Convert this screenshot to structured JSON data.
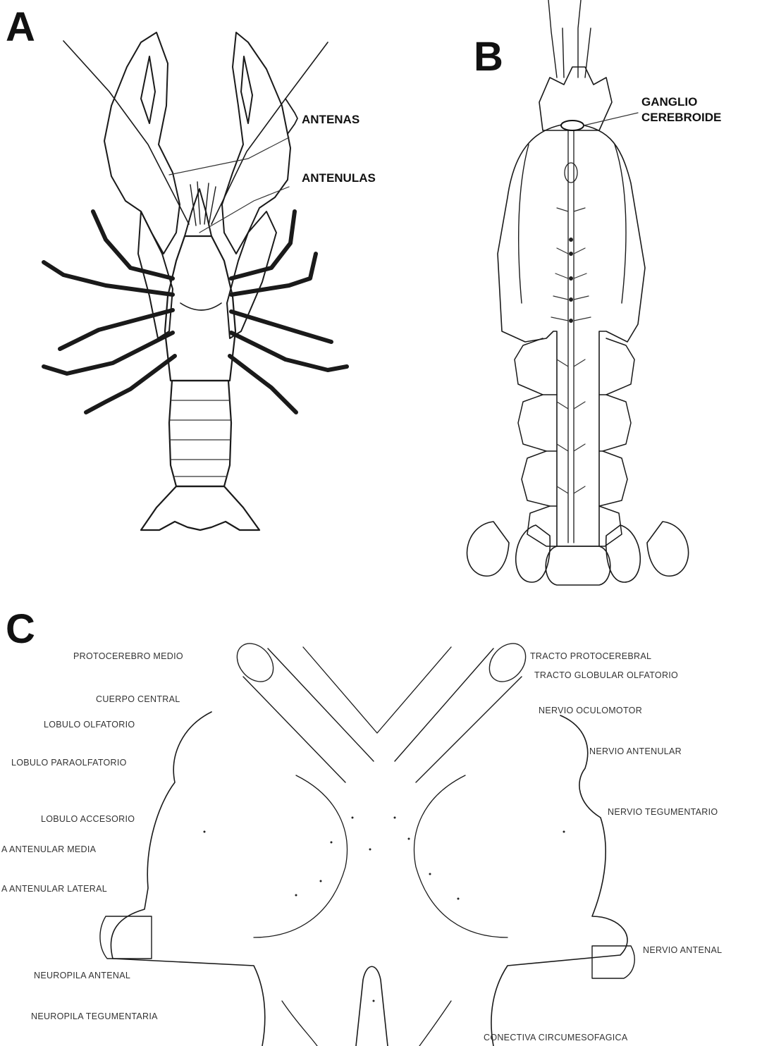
{
  "panels": {
    "a": {
      "letter": "A",
      "labels": {
        "antennae": "ANTENAS",
        "antennules": "ANTENULAS"
      }
    },
    "b": {
      "letter": "B",
      "labels": {
        "ganglion_line1": "GANGLIO",
        "ganglion_line2": "CEREBROIDE"
      }
    },
    "c": {
      "letter": "C",
      "labels": {
        "protocerebro_medio": "PROTOCEREBRO MEDIO",
        "cuerpo_central": "CUERPO CENTRAL",
        "lobulo_olfatorio": "LOBULO OLFATORIO",
        "lobulo_paraolfatorio": "LOBULO PARAOLFATORIO",
        "lobulo_accesorio": "LOBULO ACCESORIO",
        "antenular_media": "A ANTENULAR MEDIA",
        "antenular_lateral": "A ANTENULAR LATERAL",
        "neuropila_antenal": "NEUROPILA ANTENAL",
        "neuropila_tegumentaria": "NEUROPILA TEGUMENTARIA",
        "tracto_protocerebral": "TRACTO PROTOCEREBRAL",
        "tracto_globular": "TRACTO GLOBULAR OLFATORIO",
        "nervio_oculomotor": "NERVIO OCULOMOTOR",
        "nervio_antenular": "NERVIO ANTENULAR",
        "nervio_tegumentario": "NERVIO TEGUMENTARIO",
        "nervio_antenal": "NERVIO ANTENAL",
        "conectiva": "CONECTIVA CIRCUMESOFAGICA"
      }
    }
  }
}
